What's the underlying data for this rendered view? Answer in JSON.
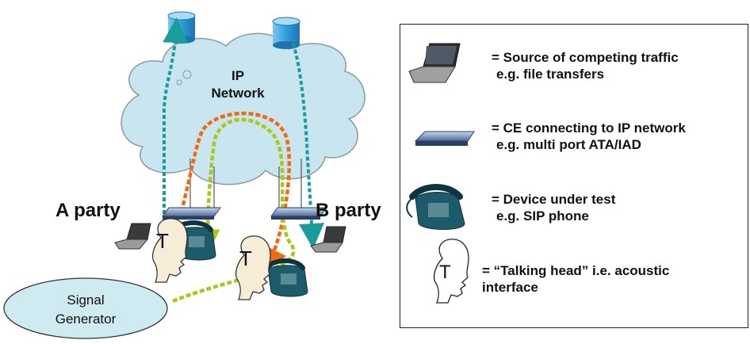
{
  "cloud": {
    "line1": "IP",
    "line2": "Network"
  },
  "parties": {
    "a": "A party",
    "b": "B party"
  },
  "signal_generator": {
    "line1": "Signal",
    "line2": "Generator"
  },
  "talking_head_glyph": "T",
  "legend": {
    "items": [
      {
        "icon": "laptop-icon",
        "line1": "= Source of competing traffic",
        "line2": "e.g. file transfers"
      },
      {
        "icon": "modem-icon",
        "line1": "= CE connecting to IP network",
        "line2": "e.g. multi port ATA/IAD"
      },
      {
        "icon": "phone-icon",
        "line1": "= Device under test",
        "line2": "e.g. SIP phone"
      },
      {
        "icon": "talking-head-icon",
        "line1": "= “Talking head” i.e. acoustic",
        "line2": "interface"
      }
    ]
  },
  "colors": {
    "cloud_fill": "#c9e6f0",
    "teal_arrow": "#1a9c9c",
    "orange_arrow": "#f06a12",
    "green_arrow": "#a8c81a",
    "cylinder": "#2f9ed8",
    "phone": "#1d5a6a",
    "signal_fill": "#cfeaf0"
  }
}
